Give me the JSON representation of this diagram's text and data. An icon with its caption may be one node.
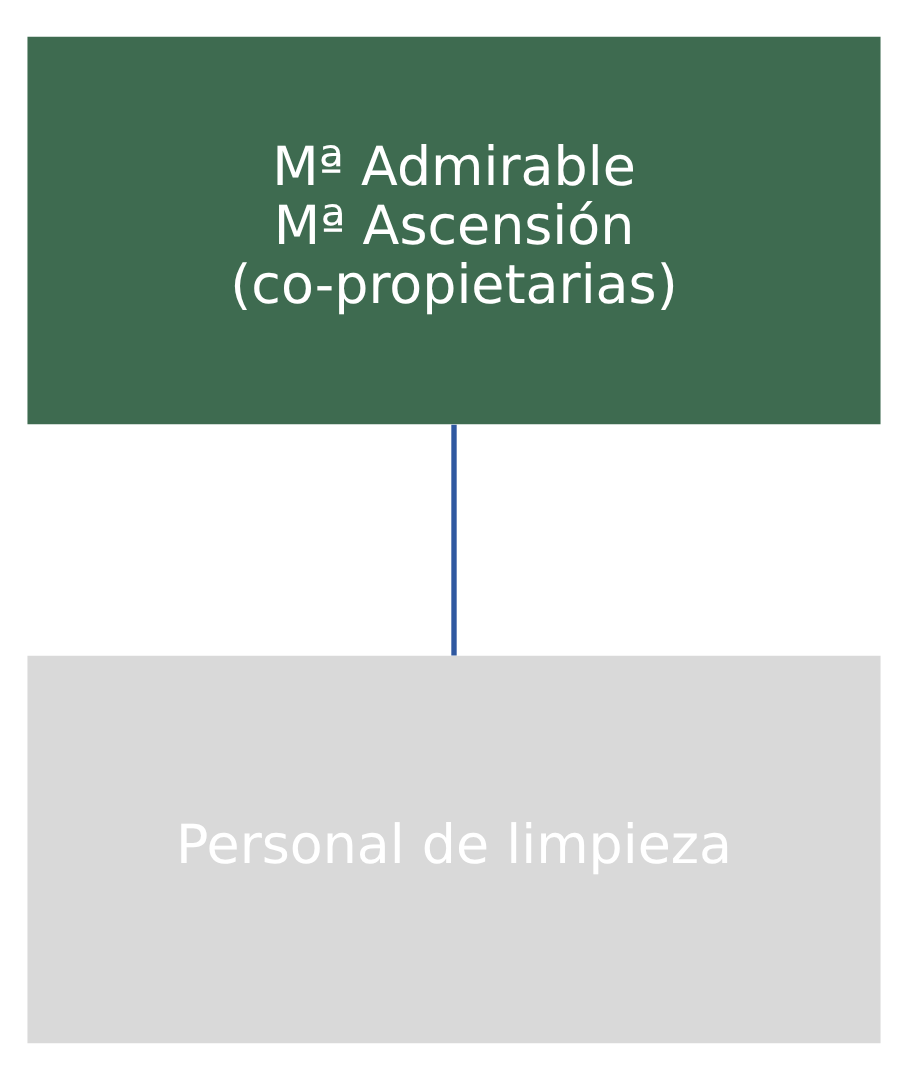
{
  "diagram": {
    "nodes": [
      {
        "text": [
          "Mª Admirable",
          "Mª Ascensión",
          "(co-propietarias)"
        ]
      },
      {
        "text": [
          "Personal de limpieza"
        ]
      }
    ],
    "edges": [
      {
        "from": 0,
        "to": 1,
        "arrow": "none"
      }
    ]
  }
}
